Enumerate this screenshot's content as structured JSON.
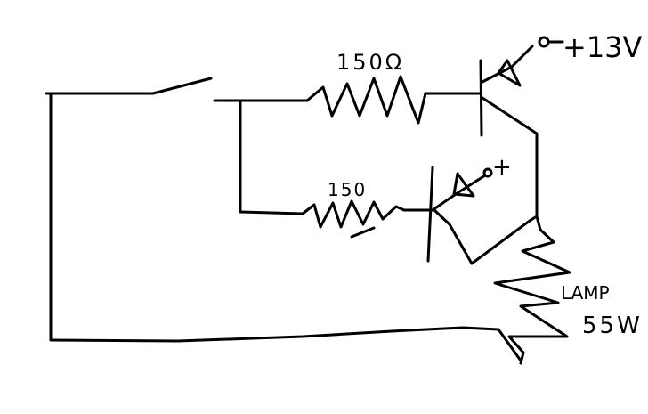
{
  "labels": {
    "r1_value": "150Ω",
    "r2_value": "150",
    "supply": "+13V",
    "supply2": "+",
    "lamp_name": "LAMP",
    "lamp_power": "55W"
  },
  "colors": {
    "ink": "#000000",
    "background": "#ffffff"
  }
}
